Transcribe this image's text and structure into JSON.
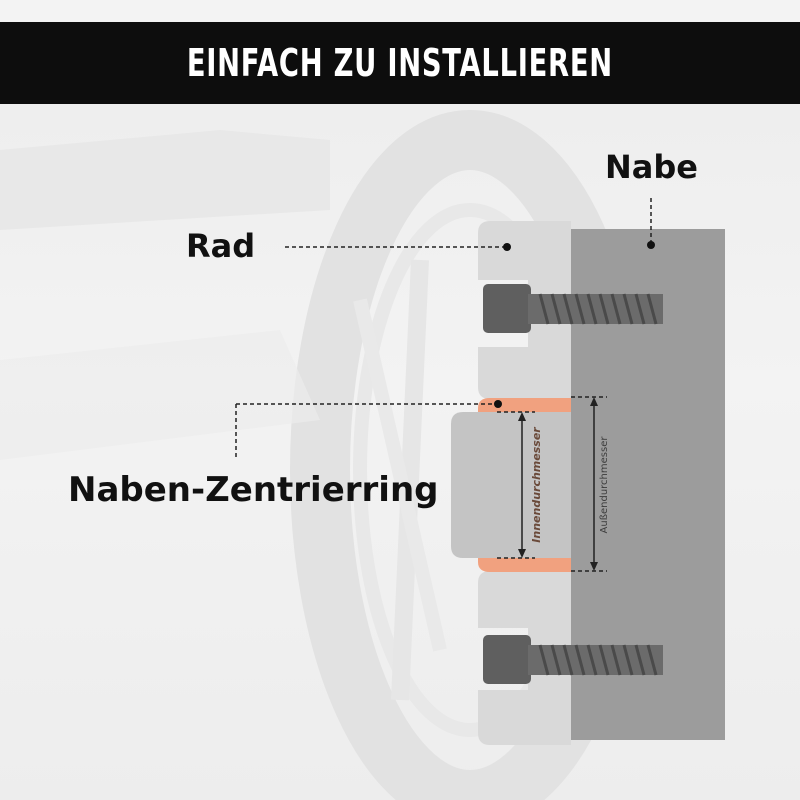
{
  "title": "EINFACH ZU INSTALLIEREN",
  "labels": {
    "hub": "Nabe",
    "wheel": "Rad",
    "ring": "Naben-Zentrierring",
    "inner_diameter": "Innendurchmesser",
    "outer_diameter": "Außendurchmesser"
  },
  "colors": {
    "title_bar": "#0d0d0d",
    "hub": "#9c9c9c",
    "wheel": "#d9d9d9",
    "ring": "#f1a17f",
    "bolt": "#5f5f5f",
    "text": "#111111"
  }
}
